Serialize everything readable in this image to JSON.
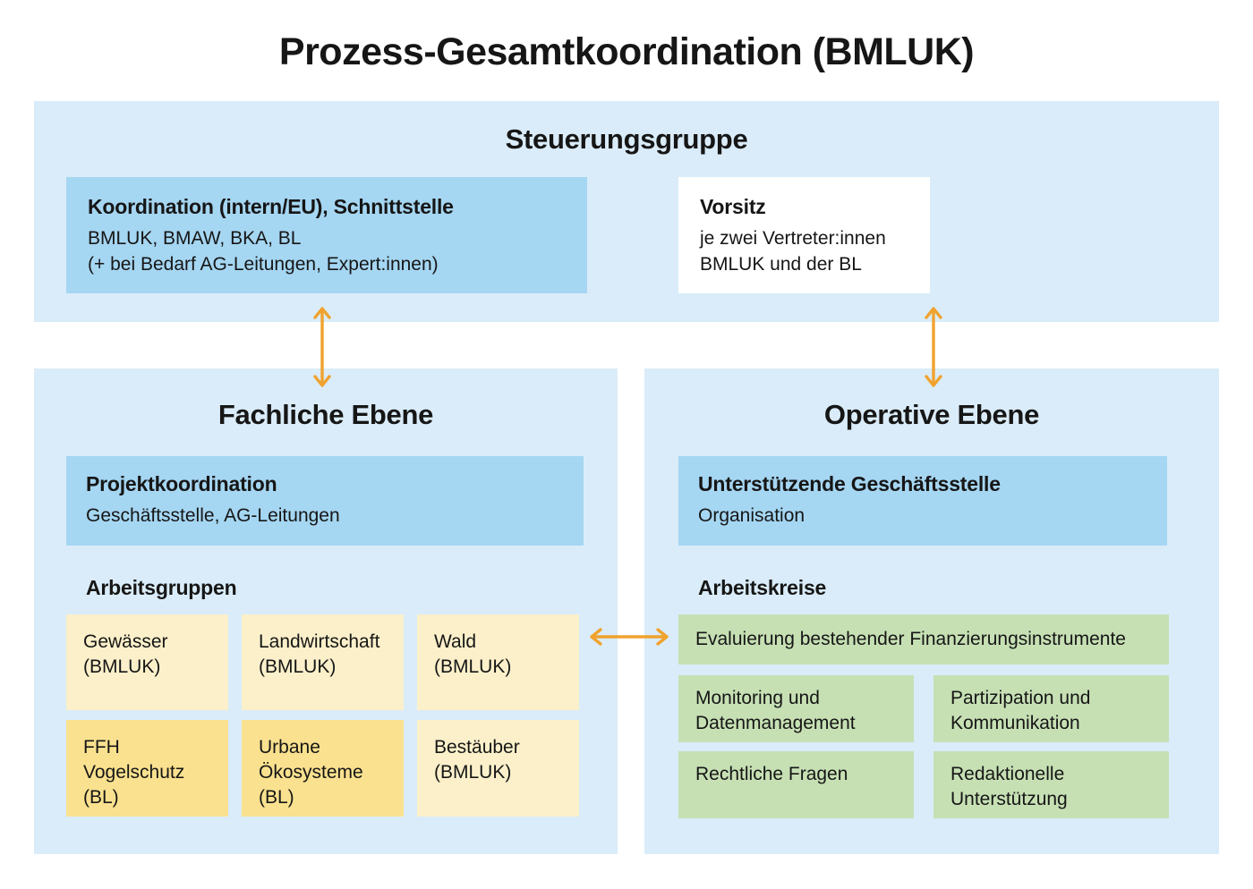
{
  "title": "Prozess-Gesamtkoordination (BMLUK)",
  "colors": {
    "section_bg": "#daecf9",
    "box_blue": "#a5d6f2",
    "box_white": "#ffffff",
    "yellow_light": "#fbf0ca",
    "yellow_dark": "#fae18f",
    "green": "#c6e0b4",
    "arrow": "#f0a22e",
    "text": "#161616"
  },
  "icons": {
    "vertical_arrow": "bidirectional-vertical-arrow",
    "horizontal_arrow": "bidirectional-horizontal-arrow"
  },
  "steering": {
    "heading": "Steuerungsgruppe",
    "coordination": {
      "title": "Koordination (intern/EU), Schnittstelle",
      "body": "BMLUK, BMAW, BKA, BL\n(+ bei Bedarf AG-Leitungen, Expert:innen)"
    },
    "chair": {
      "title": "Vorsitz",
      "body": "je zwei Vertreter:innen\nBMLUK und der BL"
    }
  },
  "technical": {
    "heading": "Fachliche Ebene",
    "project_coordination": {
      "title": "Projektkoordination",
      "body": "Geschäftsstelle, AG-Leitungen"
    },
    "groups_heading": "Arbeitsgruppen",
    "groups": [
      {
        "label": "Gewässer\n(BMLUK)",
        "variant": "light"
      },
      {
        "label": "Landwirtschaft\n(BMLUK)",
        "variant": "light"
      },
      {
        "label": "Wald\n(BMLUK)",
        "variant": "light"
      },
      {
        "label": "FFH\nVogelschutz\n(BL)",
        "variant": "dark"
      },
      {
        "label": "Urbane\nÖkosysteme\n(BL)",
        "variant": "dark"
      },
      {
        "label": "Bestäuber\n(BMLUK)",
        "variant": "light"
      }
    ]
  },
  "operative": {
    "heading": "Operative Ebene",
    "office": {
      "title": "Unterstützende Geschäftsstelle",
      "body": "Organisation"
    },
    "circles_heading": "Arbeitskreise",
    "circles": [
      {
        "label": "Evaluierung bestehender Finanzierungsinstrumente"
      },
      {
        "label": "Monitoring und\nDatenmanagement"
      },
      {
        "label": "Partizipation und\nKommunikation"
      },
      {
        "label": "Rechtliche Fragen"
      },
      {
        "label": "Redaktionelle\nUnterstützung"
      }
    ]
  }
}
